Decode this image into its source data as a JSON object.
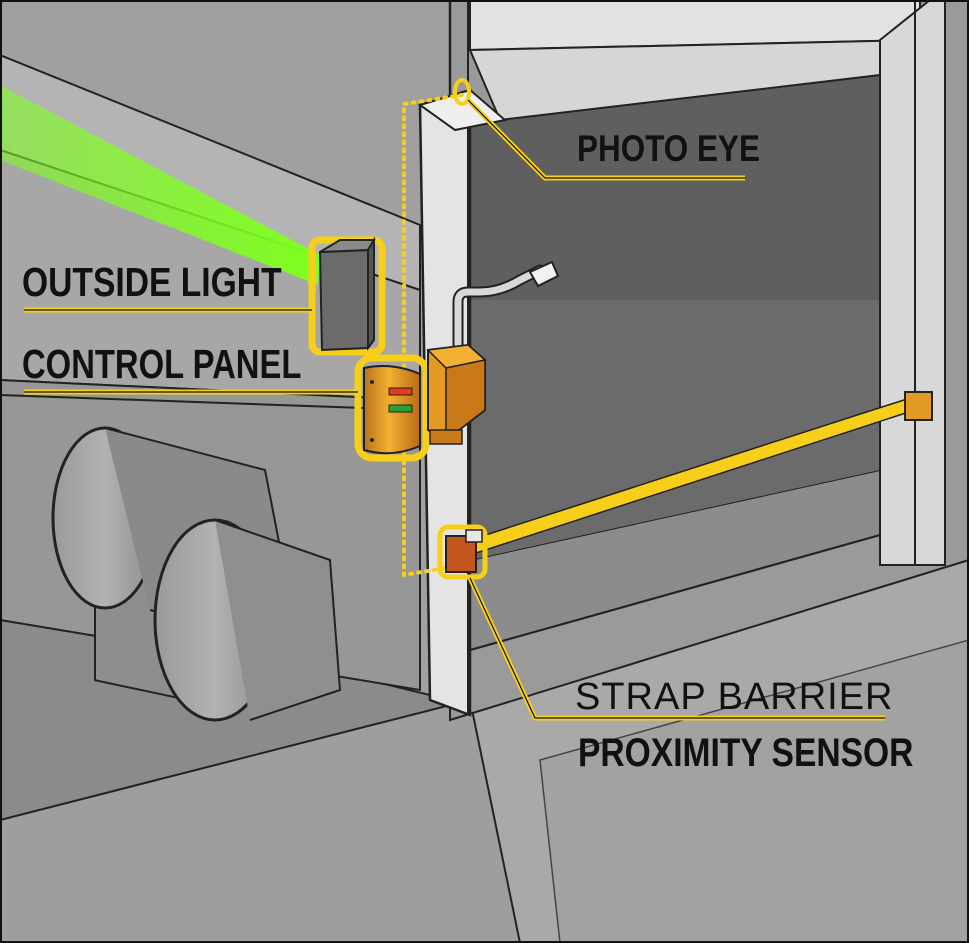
{
  "labels": {
    "photo_eye": "PHOTO EYE",
    "outside_light": "OUTSIDE LIGHT",
    "control_panel": "CONTROL PANEL",
    "strap_barrier": "STRAP BARRIER",
    "proximity_sensor": "PROXIMITY SENSOR"
  },
  "colors": {
    "callout": "#f7cf1a",
    "beam": "#7fff1f",
    "wall": "#8a8a8a",
    "floor": "#a6a6a6",
    "trailer": "#9c9c9c",
    "door_opening": "#5e5e5e",
    "frame": "#dcdcdc",
    "device_orange": "#e39a22",
    "device_brown": "#c2561c",
    "signal_red": "#e23b1e",
    "signal_green": "#2c9e37"
  }
}
